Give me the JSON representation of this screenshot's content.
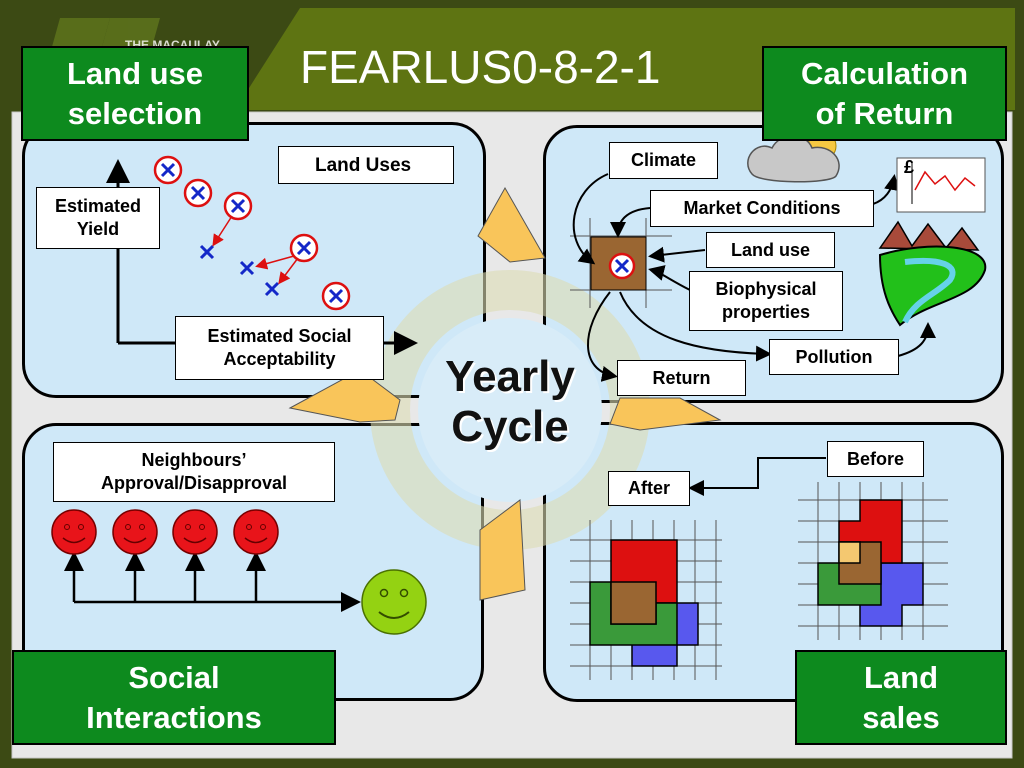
{
  "title": "FEARLUS0-8-2-1",
  "logo_text": "THE MACAULAY",
  "center_label": "Yearly\nCycle",
  "sections": {
    "land_use_selection": "Land use\nselection",
    "calculation_of_return": "Calculation\nof Return",
    "social_interactions": "Social\nInteractions",
    "land_sales": "Land\nsales"
  },
  "land_use_panel": {
    "legend": "Land Uses",
    "estimated_yield": "Estimated\nYield",
    "estimated_social_acceptability": "Estimated Social\nAcceptability"
  },
  "return_panel": {
    "climate": "Climate",
    "market_conditions": "Market Conditions",
    "land_use": "Land use",
    "biophysical_properties": "Biophysical\nproperties",
    "pollution": "Pollution",
    "return": "Return",
    "pound_sign": "£"
  },
  "social_panel": {
    "neighbours": "Neighbours’\nApproval/Disapproval"
  },
  "sales_panel": {
    "before": "Before",
    "after": "After"
  },
  "colors": {
    "background": "#3c4a14",
    "header_green": "#5e7412",
    "panel_blue": "#cfe8f8",
    "label_green": "#0d8a1e",
    "arrow_yellow": "#f9c55a",
    "red": "#dd1010",
    "brown": "#9a6632",
    "green": "#3a9a3a",
    "blue": "#5858ee",
    "cross_blue": "#1428c8"
  }
}
